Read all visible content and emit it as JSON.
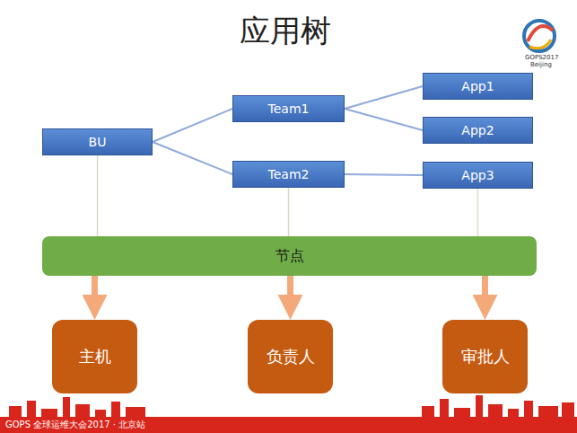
{
  "diagram": {
    "title": "应用树",
    "nodes": [
      {
        "text": [
          "BU"
        ]
      },
      {
        "text": [
          "Team1"
        ]
      },
      {
        "text": [
          "Team2"
        ]
      },
      {
        "text": [
          "App1"
        ]
      },
      {
        "text": [
          "App2"
        ]
      },
      {
        "text": [
          "App3"
        ]
      },
      {
        "text": [
          "节点"
        ]
      },
      {
        "text": [
          "主机"
        ]
      },
      {
        "text": [
          "负责人"
        ]
      },
      {
        "text": [
          "审批人"
        ]
      }
    ],
    "edges": [
      {
        "from": 0,
        "to": 1,
        "arrow": "none"
      },
      {
        "from": 0,
        "to": 2,
        "arrow": "none"
      },
      {
        "from": 1,
        "to": 3,
        "arrow": "none"
      },
      {
        "from": 1,
        "to": 4,
        "arrow": "none"
      },
      {
        "from": 2,
        "to": 5,
        "arrow": "none"
      },
      {
        "from": 0,
        "to": 6,
        "arrow": "none"
      },
      {
        "from": 2,
        "to": 6,
        "arrow": "none"
      },
      {
        "from": 5,
        "to": 6,
        "arrow": "none"
      },
      {
        "from": 6,
        "to": 7,
        "arrow": "to"
      },
      {
        "from": 6,
        "to": 8,
        "arrow": "to"
      },
      {
        "from": 6,
        "to": 9,
        "arrow": "to"
      }
    ],
    "labels": [
      "GOPS2017",
      "Beijing",
      "GOPS 全球运维大会2017 · 北京站"
    ]
  }
}
